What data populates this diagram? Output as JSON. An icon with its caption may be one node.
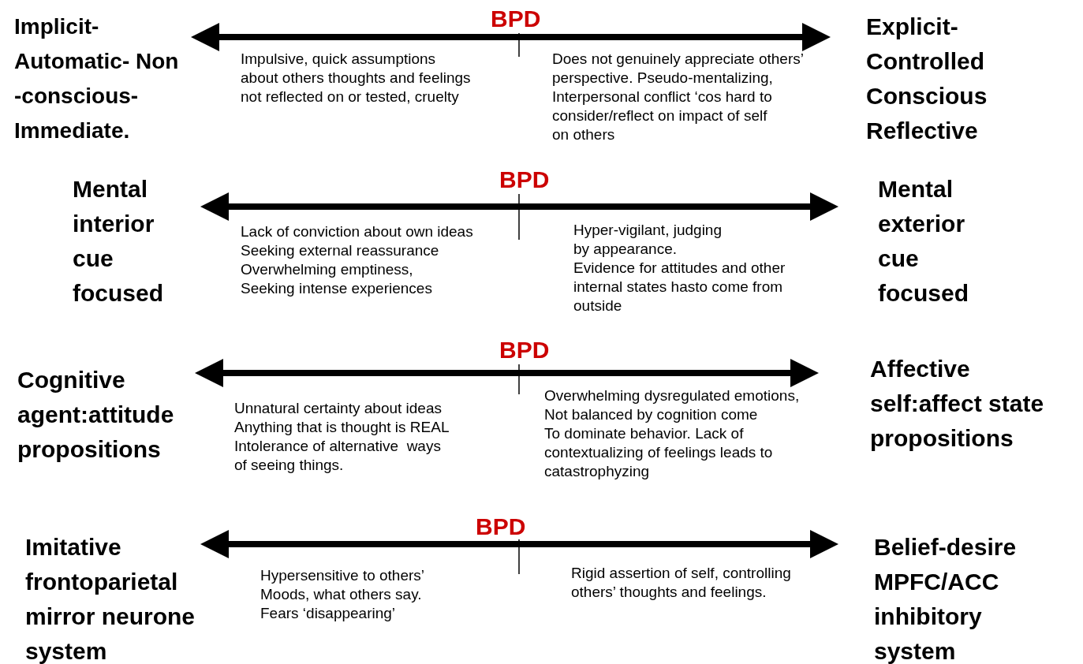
{
  "diagram": {
    "nodes": [
      {
        "text": [
          "Implicit- Automatic- Non -conscious- Immediate."
        ]
      },
      {
        "text": [
          "Explicit- Controlled Conscious Reflective"
        ]
      },
      {
        "text": [
          "Mental interior cue focused"
        ]
      },
      {
        "text": [
          "Mental exterior cue focused"
        ]
      },
      {
        "text": [
          "Cognitive agent:attitude propositions"
        ]
      },
      {
        "text": [
          "Affective self:affect state propositions"
        ]
      },
      {
        "text": [
          "Imitative frontoparietal mirror neurone system"
        ]
      },
      {
        "text": [
          "Belief-desire MPFC/ACC inhibitory system"
        ]
      }
    ],
    "edges": [
      {
        "from": 0,
        "to": 1,
        "arrow": "both"
      },
      {
        "from": 2,
        "to": 3,
        "arrow": "both"
      },
      {
        "from": 4,
        "to": 5,
        "arrow": "both"
      },
      {
        "from": 6,
        "to": 7,
        "arrow": "both"
      }
    ],
    "labels": [
      "BPD",
      "Impulsive, quick assumptions",
      "about others thoughts and feelings",
      "not reflected on or tested, cruelty",
      "Does not genuinely appreciate others’",
      "perspective. Pseudo-mentalizing,",
      "Interpersonal conflict ‘cos hard to",
      "consider/reflect on impact of self",
      "on others",
      "BPD",
      "Lack of conviction about own ideas",
      "Seeking external reassurance",
      "Overwhelming emptiness,",
      "Seeking intense experiences",
      "Hyper-vigilant, judging",
      "by appearance.",
      "Evidence for attitudes and other",
      "internal states hasto come from",
      "outside",
      "BPD",
      "Unnatural certainty about ideas",
      "Anything that is thought is REAL",
      "Intolerance of alternative  ways",
      "of seeing things.",
      "Overwhelming dysregulated emotions,",
      "Not balanced by cognition come",
      "To dominate behavior. Lack of",
      "contextualizing of feelings leads to",
      "catastrophyzing",
      "BPD",
      "Hypersensitive to others’",
      "Moods, what others say.",
      "Fears ‘disappearing’",
      "Rigid assertion of self, controlling",
      "others’ thoughts and feelings."
    ]
  }
}
